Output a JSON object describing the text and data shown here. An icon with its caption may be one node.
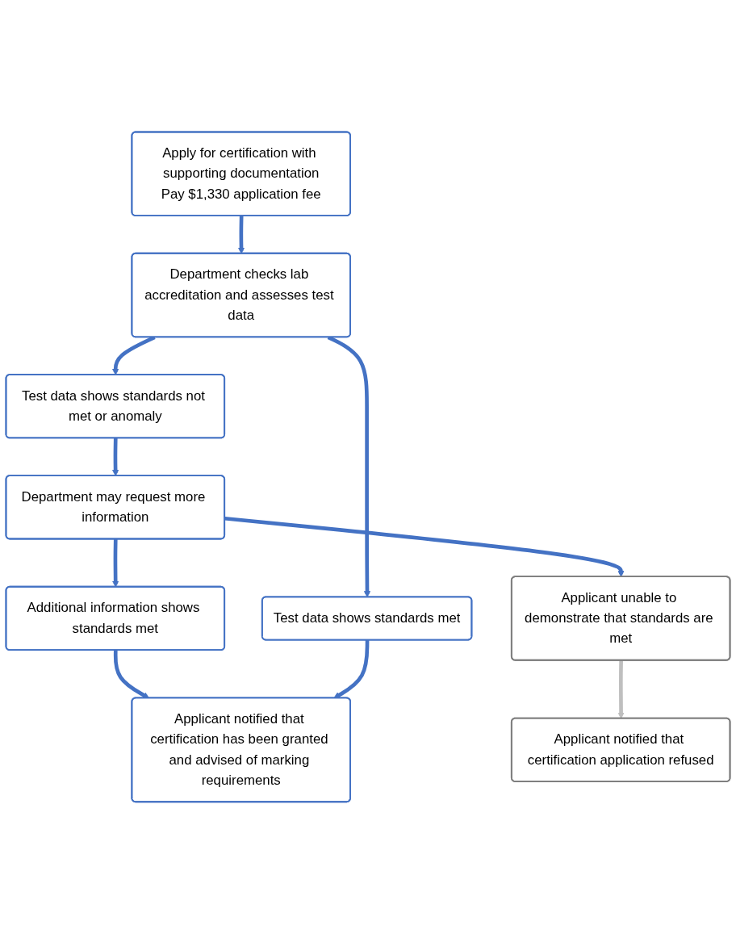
{
  "diagram": {
    "nodes": [
      {
        "text": [
          "Apply for certification with supporting documentation",
          "Pay $1,330 application fee"
        ]
      },
      {
        "text": [
          "Department checks lab accreditation and assesses test data"
        ]
      },
      {
        "text": [
          "Test data shows standards not met or anomaly"
        ]
      },
      {
        "text": [
          "Test data shows standards met"
        ]
      },
      {
        "text": [
          "Department may request more information"
        ]
      },
      {
        "text": [
          "Additional information shows standards met"
        ]
      },
      {
        "text": [
          "Applicant unable to demonstrate that standards are met"
        ]
      },
      {
        "text": [
          "Applicant notified that certification application refused"
        ]
      },
      {
        "text": [
          "Applicant notified that certification has been granted and advised of marking requirements"
        ]
      }
    ],
    "edges": [
      {
        "from": 0,
        "to": 1,
        "arrow": "to"
      },
      {
        "from": 1,
        "to": 2,
        "arrow": "to"
      },
      {
        "from": 1,
        "to": 3,
        "arrow": "to"
      },
      {
        "from": 2,
        "to": 4,
        "arrow": "to"
      },
      {
        "from": 4,
        "to": 5,
        "arrow": "to"
      },
      {
        "from": 4,
        "to": 6,
        "arrow": "to"
      },
      {
        "from": 6,
        "to": 7,
        "arrow": "to",
        "color": "#bfbfbf"
      },
      {
        "from": 5,
        "to": 8,
        "arrow": "to"
      },
      {
        "from": 3,
        "to": 8,
        "arrow": "to"
      }
    ]
  }
}
